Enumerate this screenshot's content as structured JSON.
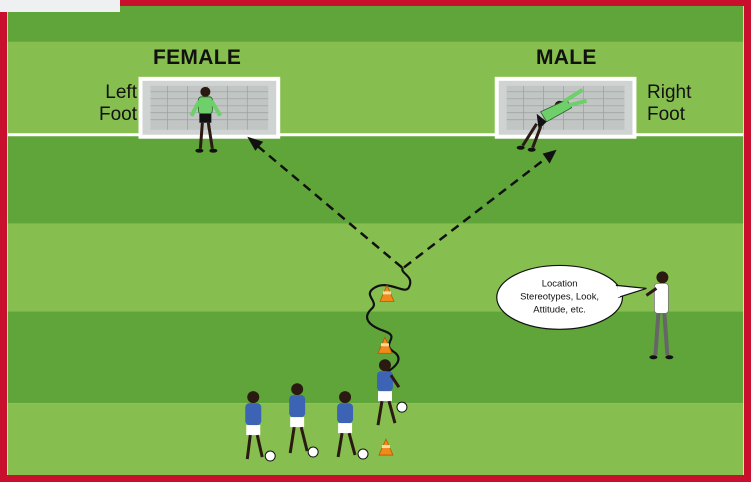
{
  "goals": {
    "left_title": "FEMALE",
    "right_title": "MALE"
  },
  "side_labels": {
    "left_line1": "Left",
    "left_line2": "Foot",
    "right_line1": "Right",
    "right_line2": "Foot"
  },
  "speech_bubble": {
    "line1": "Location",
    "line2": "Stereotypes, Look,",
    "line3": "Attitude, etc."
  },
  "colors": {
    "frame": "#c8102e",
    "grass_light": "#86bf4f",
    "grass_dark": "#5fa53a",
    "line": "#ffffff",
    "jersey": "#3d63b4",
    "keeper": "#6fcf6a",
    "cone": "#f08a1c"
  }
}
